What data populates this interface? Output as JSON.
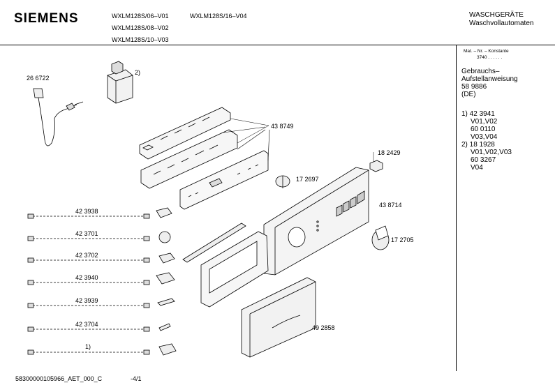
{
  "header": {
    "brand": "SIEMENS",
    "models": [
      "WXLM128S/06–V01",
      "WXLM128S/16–V04",
      "WXLM128S/08–V02",
      "WXLM128S/10–V03"
    ],
    "category": "WASCHGERÄTE",
    "subcategory": "Waschvollautomaten"
  },
  "sidebar": {
    "mat_label": "Mat. – Nr. – Konstante",
    "mat_value": "3740  .  .  .  .  .  .",
    "manual_line1": "Gebrauchs–",
    "manual_line2": "Aufstellanweisung",
    "manual_number": "58 9886",
    "manual_lang": "(DE)",
    "notes": [
      "1) 42 3941",
      "V01,V02",
      "60 0110",
      "V03,V04",
      "2) 18 1928",
      "V01,V02,V03",
      "60 3267",
      "V04"
    ]
  },
  "parts": {
    "power_cord": "26 6722",
    "filter_ref": "2)",
    "control_module": "43 8749",
    "switch_small": "18 2429",
    "knob_small": "17 2697",
    "fascia": "43 8714",
    "knob_large": "17 2705",
    "drawer_front": "49 2858",
    "harness_1": "42 3938",
    "harness_2": "42 3701",
    "harness_3": "42 3702",
    "harness_4": "42 3940",
    "harness_5": "42 3939",
    "harness_6": "42 3704",
    "harness_7": "1)"
  },
  "footer": {
    "doc_id": "58300000105966_AET_000_C",
    "page": "-4/1"
  }
}
